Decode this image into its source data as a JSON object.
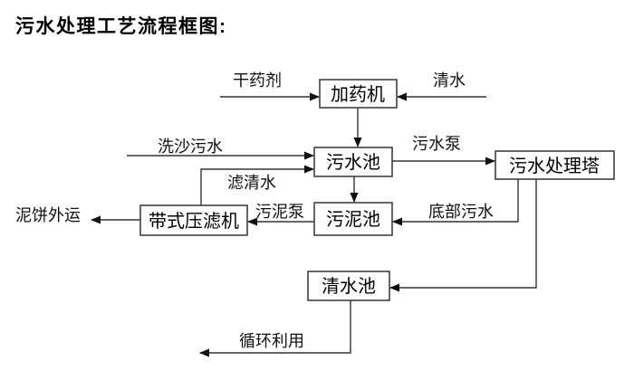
{
  "title": "污水处理工艺流程框图:",
  "nodes": {
    "dosing_machine": "加药机",
    "sewage_pool": "污水池",
    "sewage_treatment_tower": "污水处理塔",
    "sludge_pool": "污泥池",
    "belt_filter_press": "带式压滤机",
    "clean_water_pool": "清水池"
  },
  "flow_labels": {
    "dry_agent": "干药剂",
    "clean_water": "清水",
    "sand_washing_sewage": "洗沙污水",
    "filtered_water": "滤清水",
    "sewage_pump": "污水泵",
    "bottom_sewage": "底部污水",
    "sludge_pump": "污泥泵",
    "mud_cake_shipped_out": "泥饼外运",
    "recycling_reuse": "循环利用"
  },
  "colors": {
    "background": "#ffffff",
    "line": "#333333",
    "text": "#000000"
  }
}
